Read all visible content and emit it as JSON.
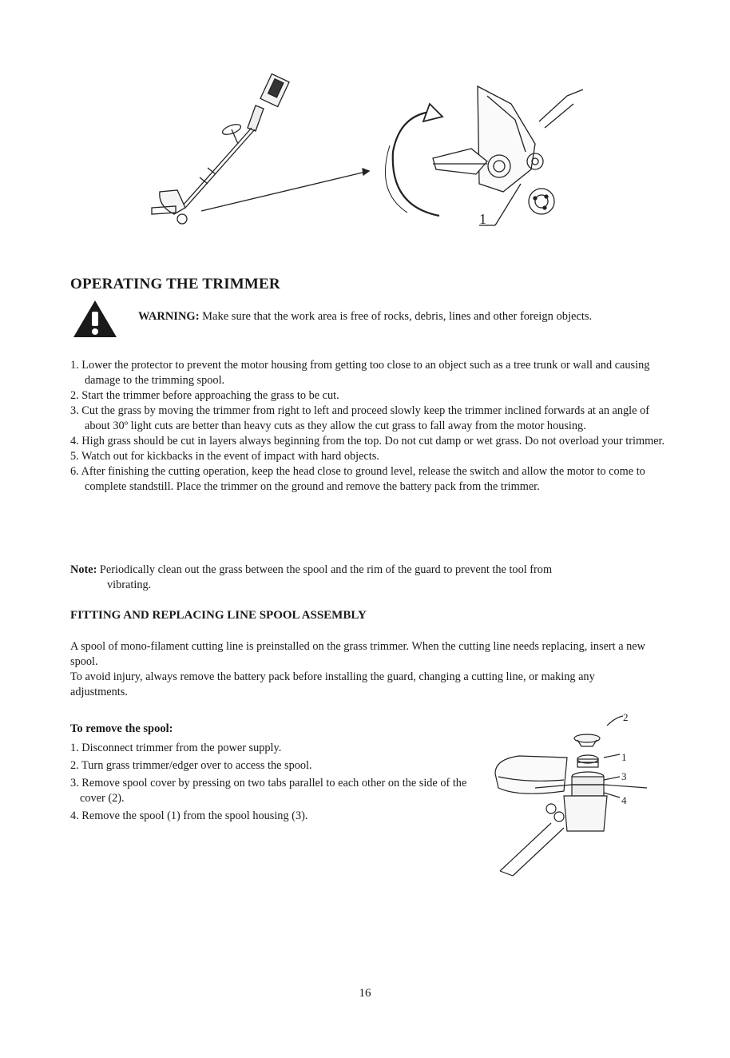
{
  "figure_top": {
    "callout": "1"
  },
  "section_title": "OPERATING THE TRIMMER",
  "warning": {
    "label": "WARNING:",
    "text": " Make sure that the work area is free of rocks, debris, lines and other foreign objects."
  },
  "operating_steps": [
    {
      "num": "1.",
      "text": " Lower the protector to prevent the motor housing from getting too close to an object such as a tree trunk or wall and causing damage to the trimming spool."
    },
    {
      "num": "2.",
      "text": " Start the trimmer before approaching the grass to be cut."
    },
    {
      "num": "3.",
      "text": " Cut the grass by moving the trimmer from right to left and proceed slowly keep the trimmer inclined forwards at an angle of about 30º light cuts are better than heavy cuts as they allow the cut grass to fall away from the motor housing."
    },
    {
      "num": "4.",
      "text": " High grass should be cut in layers always beginning from the top. Do not cut damp or wet grass. Do not overload your trimmer."
    },
    {
      "num": "5.",
      "text": " Watch out for kickbacks in the event of impact with hard objects."
    },
    {
      "num": "6.",
      "text": " After finishing the cutting operation, keep the head close to ground level, release the switch and allow the motor to come to complete standstill. Place the trimmer on the ground and remove the battery pack from the trimmer."
    }
  ],
  "note": {
    "label": "Note:",
    "text": " Periodically clean out the grass between the spool and the rim of the guard to prevent the tool from",
    "continuation": "vibrating."
  },
  "subsection_title": "FITTING AND REPLACING LINE SPOOL ASSEMBLY",
  "intro": [
    "A spool of mono-filament cutting line is preinstalled on the grass trimmer. When the cutting line needs replacing, insert a new spool.",
    "To avoid injury, always remove the battery pack before installing the guard, changing a cutting line, or making any adjustments."
  ],
  "remove_title": "To remove the spool:",
  "remove_steps": [
    {
      "num": "1.",
      "text": "  Disconnect trimmer from the power supply."
    },
    {
      "num": "2.",
      "text": "  Turn grass trimmer/edger over to access the spool."
    },
    {
      "num": "3.",
      "text": "  Remove spool cover by pressing on two tabs parallel to each other on the side of the cover (2)."
    },
    {
      "num": "4.",
      "text": "  Remove the spool (1) from the spool housing (3)."
    }
  ],
  "figure_bottom": {
    "callouts": [
      "2",
      "1",
      "3",
      "4"
    ]
  },
  "page_number": "16"
}
